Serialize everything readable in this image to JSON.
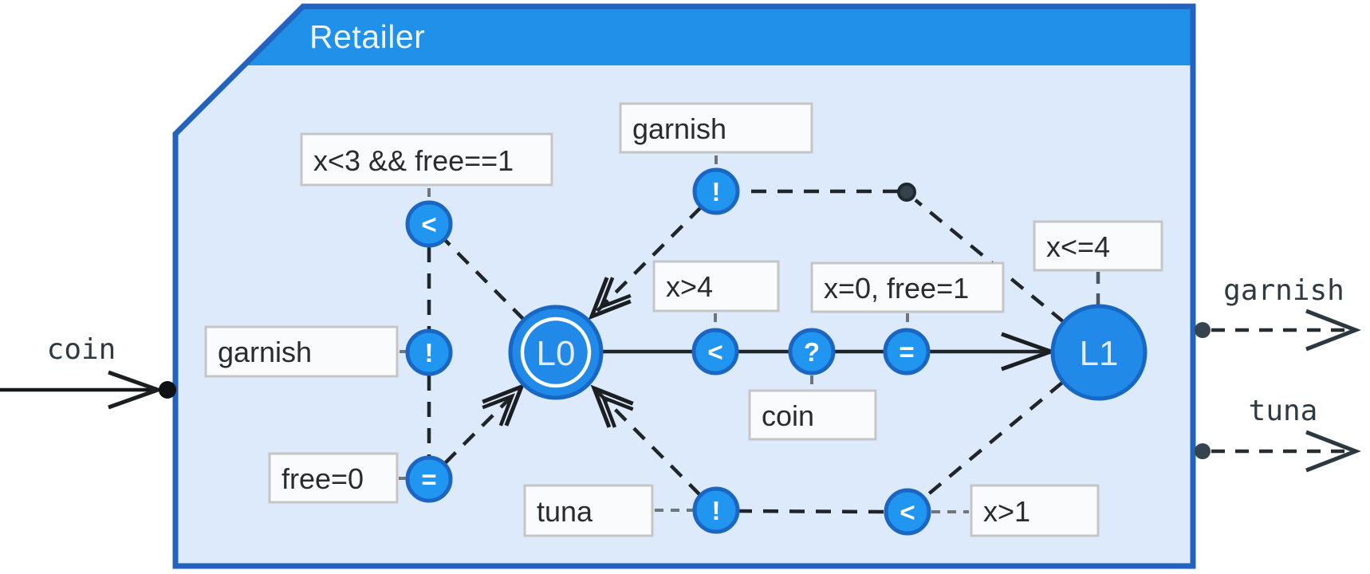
{
  "colors": {
    "frame_border": "#2463bd",
    "header_fill": "#2190e8",
    "body_fill": "#dceafb",
    "node_fill": "#2189e7",
    "node_stroke": "#1767c4",
    "badge_fill": "#2196f0",
    "badge_stroke": "#1a66c2",
    "label_box_fill": "#fafbfd",
    "label_box_border": "#c5c5c5",
    "edge": "#202529",
    "io_text": "#2e3a42"
  },
  "component": {
    "title": "Retailer"
  },
  "states": {
    "l0": {
      "label": "L0"
    },
    "l1": {
      "label": "L1"
    }
  },
  "io": {
    "coin_in": "coin",
    "garnish_out": "garnish",
    "tuna_out": "tuna"
  },
  "labels": {
    "guard_loop": "x<3 && free==1",
    "sync_garnish_top": "garnish",
    "guard_x4": "x>4",
    "update_reset": "x=0, free=1",
    "invariant_l1": "x<=4",
    "sync_garnish_left": "garnish",
    "update_free0": "free=0",
    "sync_coin": "coin",
    "sync_tuna": "tuna",
    "guard_x1": "x>1"
  },
  "badges": {
    "guard_loop": "<",
    "send_garnish_left": "!",
    "assign_free0": "=",
    "guard_x4": "<",
    "receive_coin": "?",
    "assign_reset": "=",
    "send_garnish_top": "!",
    "send_tuna": "!",
    "guard_x1": "<"
  }
}
